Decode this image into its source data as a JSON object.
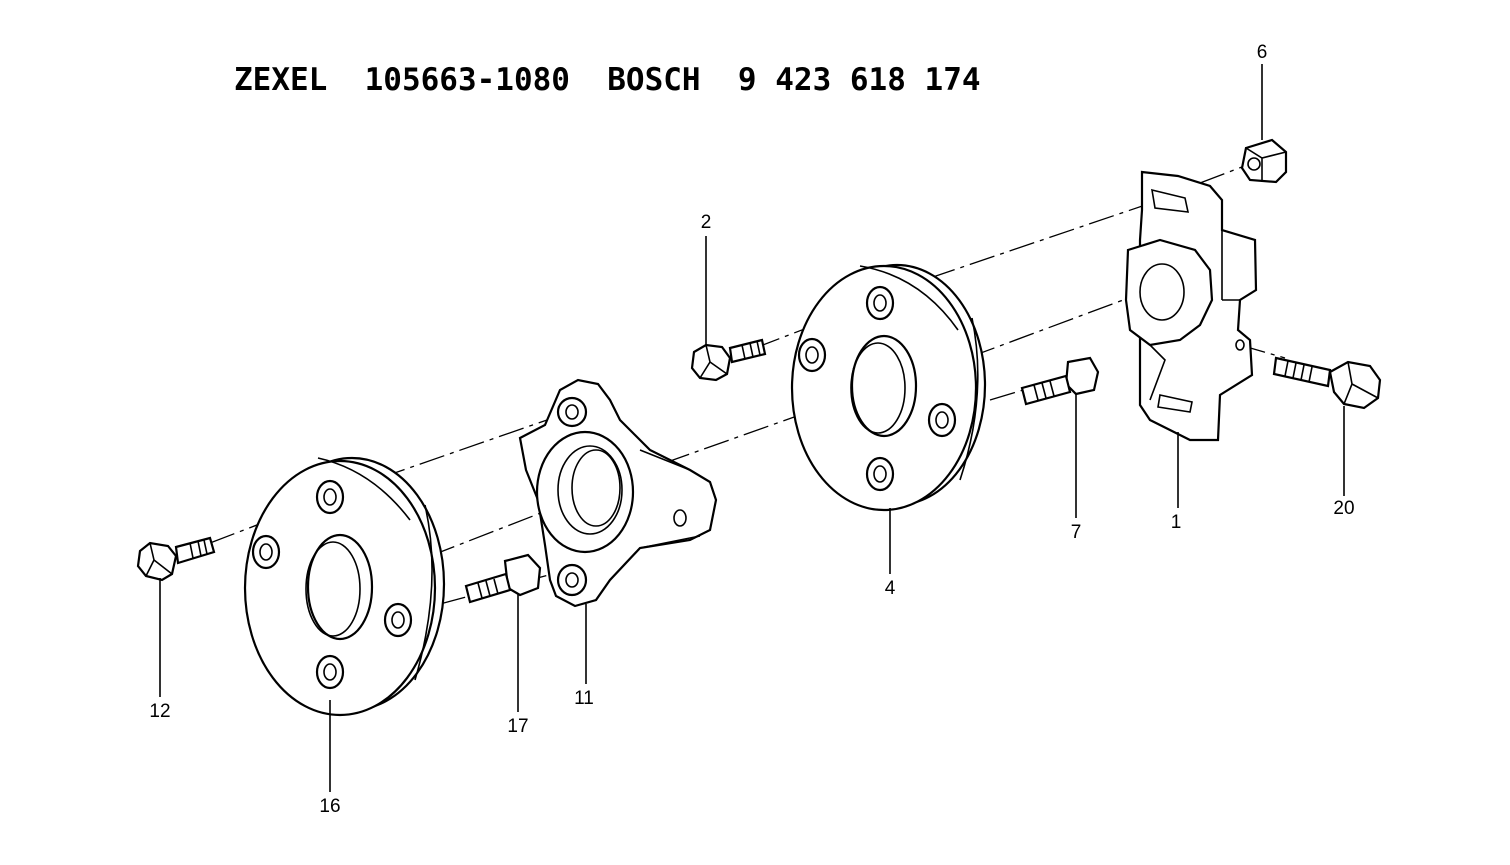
{
  "title": "ZEXEL  105663-1080  BOSCH  9 423 618 174",
  "callouts": {
    "c1": "1",
    "c2": "2",
    "c4": "4",
    "c6": "6",
    "c7": "7",
    "c11": "11",
    "c12": "12",
    "c16": "16",
    "c17": "17",
    "c20": "20"
  }
}
